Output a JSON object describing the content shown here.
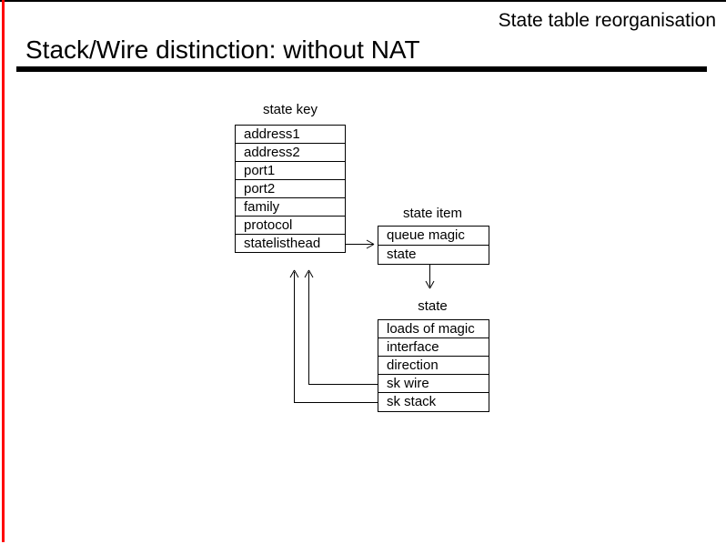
{
  "header": {
    "label": "State table reorganisation"
  },
  "title": {
    "label": "Stack/Wire distinction: without NAT"
  },
  "diagram": {
    "state_key": {
      "label": "state key",
      "rows": [
        "address1",
        "address2",
        "port1",
        "port2",
        "family",
        "protocol",
        "statelisthead"
      ]
    },
    "state_item": {
      "label": "state item",
      "rows": [
        "queue magic",
        "state"
      ]
    },
    "state": {
      "label": "state",
      "rows": [
        "loads of magic",
        "interface",
        "direction",
        "sk wire",
        "sk stack"
      ]
    },
    "connections": [
      {
        "from": "state key / statelisthead",
        "to": "state item",
        "direction": "right"
      },
      {
        "from": "state item / state",
        "to": "state",
        "direction": "down"
      },
      {
        "from": "state / sk wire",
        "to": "state key",
        "direction": "up"
      },
      {
        "from": "state / sk stack",
        "to": "state key",
        "direction": "up"
      }
    ],
    "colors": {
      "accent": "#ff0000",
      "line": "#000000",
      "background": "#ffffff"
    }
  }
}
